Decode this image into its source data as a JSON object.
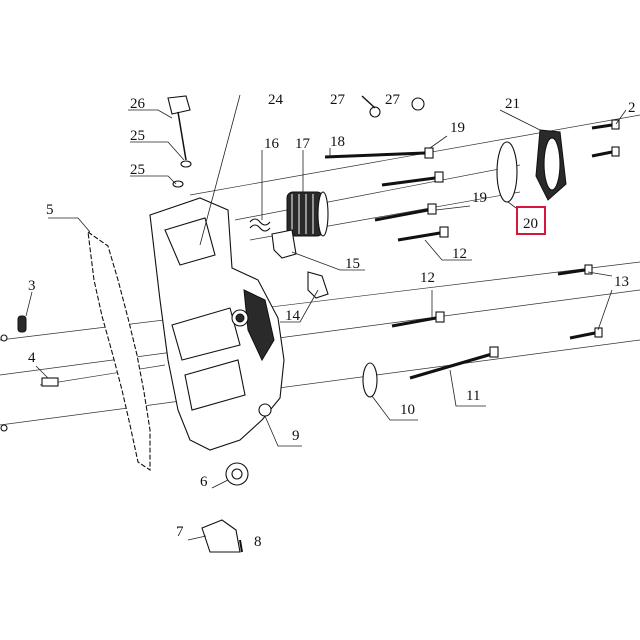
{
  "diagram": {
    "highlight_color": "#d6163c",
    "callouts": {
      "c26": "26",
      "c24": "24",
      "c27a": "27",
      "c27b": "27",
      "c21": "21",
      "c25a": "25",
      "c25b": "25",
      "c16": "16",
      "c17": "17",
      "c18": "18",
      "c19a": "19",
      "c19b": "19",
      "c20": "20",
      "c5": "5",
      "c12a": "12",
      "c12b": "12",
      "c15": "15",
      "c3": "3",
      "c14": "14",
      "c13": "13",
      "c4": "4",
      "c11": "11",
      "c10": "10",
      "c9": "9",
      "c6": "6",
      "c7": "7",
      "c8": "8",
      "c2": "2"
    }
  }
}
